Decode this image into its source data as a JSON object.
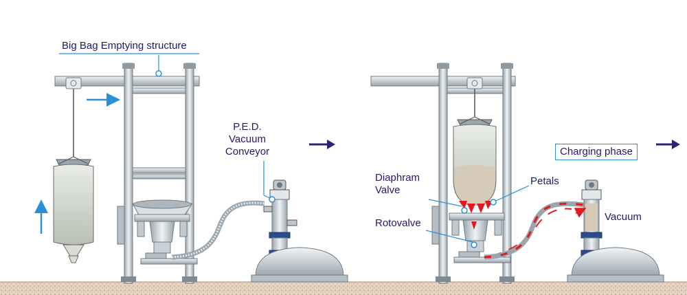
{
  "labels": {
    "big_bag": "Big Bag Emptying structure",
    "ped_line1": "P.E.D.",
    "ped_line2": "Vacuum",
    "ped_line3": "Conveyor",
    "diaphram_line1": "Diaphram",
    "diaphram_line2": "Valve",
    "petals": "Petals",
    "rotovalve": "Rotovalve",
    "vacuum": "Vacuum",
    "charging_phase": "Charging phase"
  },
  "colors": {
    "label_text": "#1f1a6b",
    "leader_line": "#2a8fd6",
    "motion_arrow": "#2a8fd6",
    "phase_arrow": "#2b2470",
    "material_flow": "#e0191f",
    "steel": "#cfd6db",
    "steel_dark": "#6f7a82",
    "floor": "#cdb59e"
  }
}
